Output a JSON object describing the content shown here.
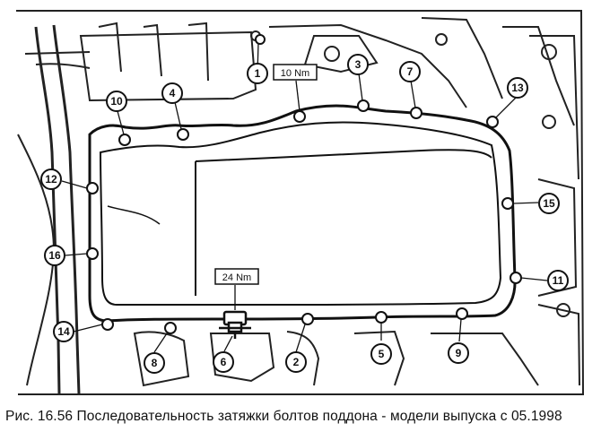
{
  "caption": "Рис. 16.56 Последовательность затяжки болтов поддона - модели выпуска с 05.1998",
  "torque_labels": [
    "10 Nm",
    "24 Nm"
  ],
  "bolt_labels": [
    "1",
    "2",
    "3",
    "4",
    "5",
    "6",
    "7",
    "8",
    "9",
    "10",
    "11",
    "12",
    "13",
    "14",
    "15",
    "16"
  ]
}
